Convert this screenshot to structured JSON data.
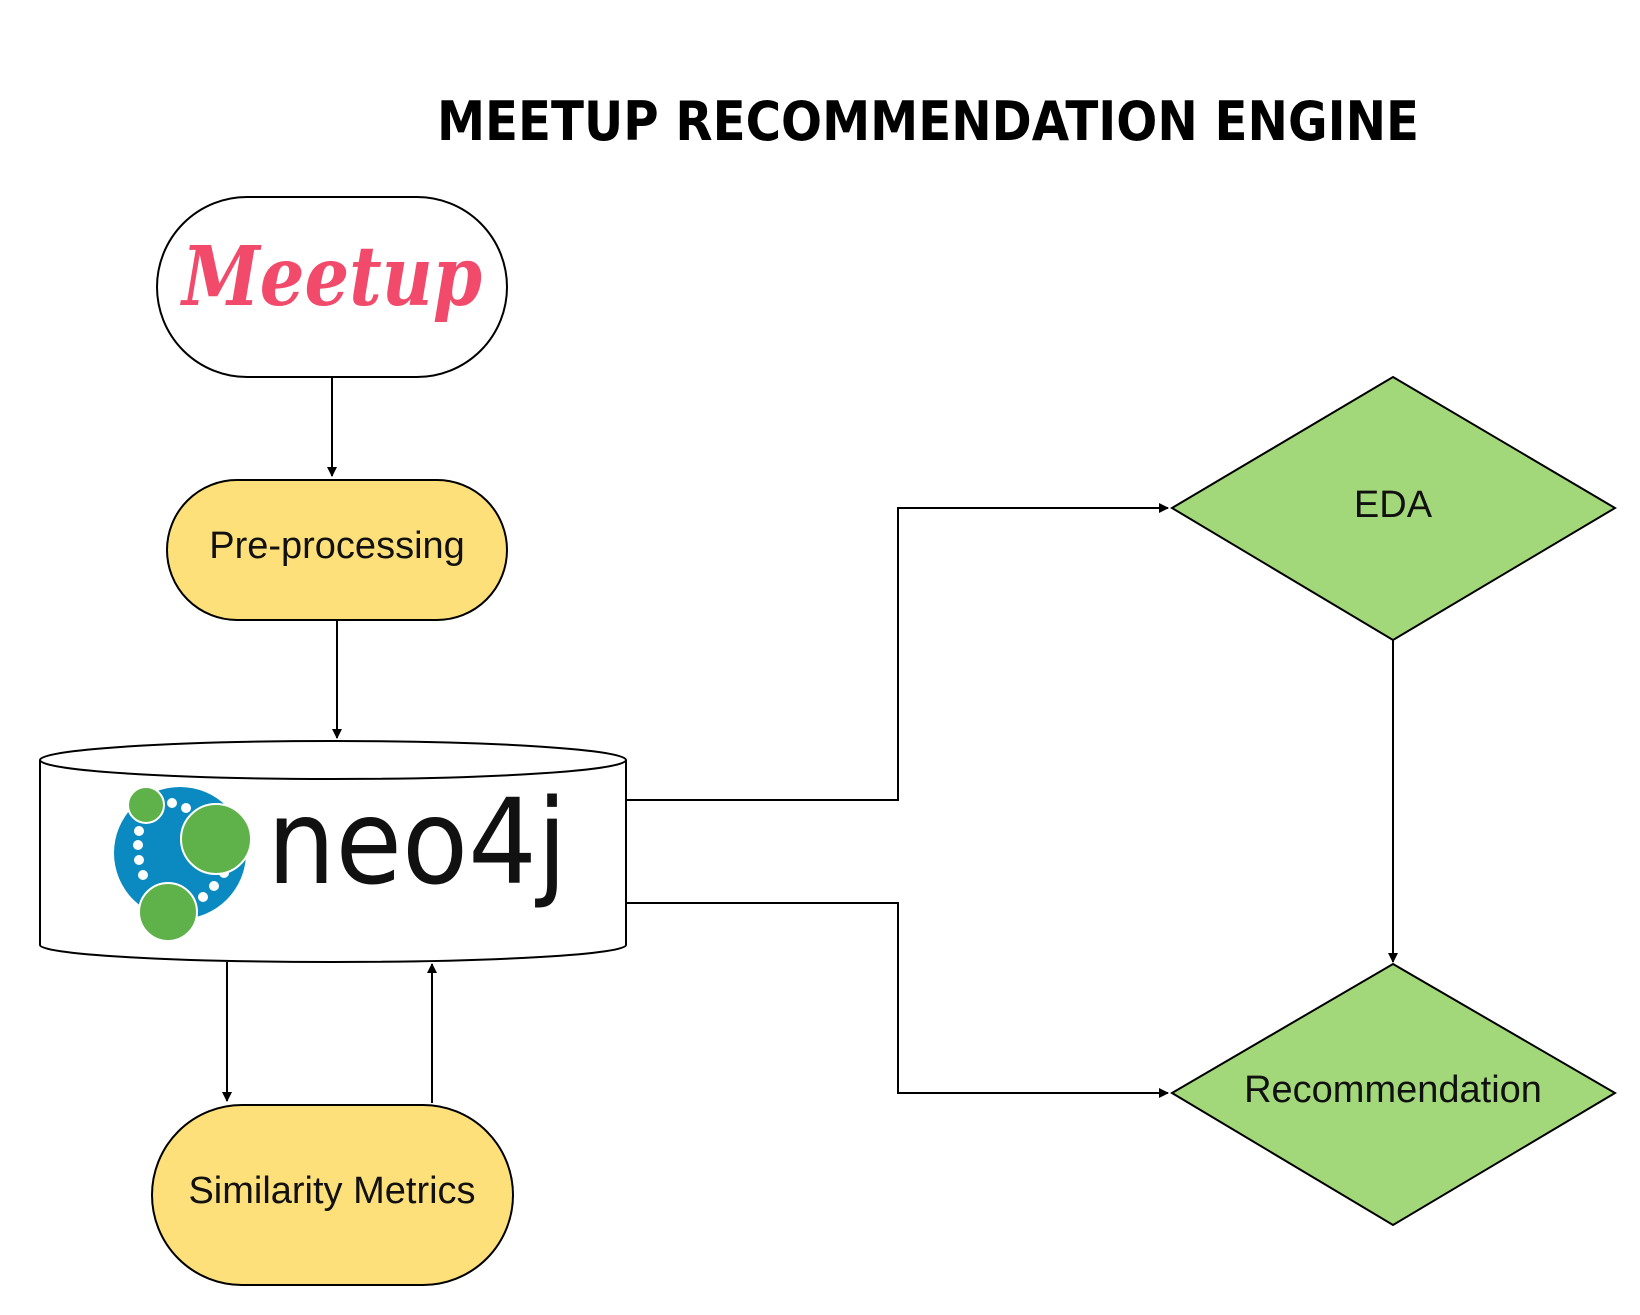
{
  "title": "MEETUP RECOMMENDATION ENGINE",
  "nodes": {
    "meetup": {
      "logo_text": "Meetup",
      "shape": "rounded-rect",
      "logo_color": "#f14a6a"
    },
    "preprocessing": {
      "label": "Pre-processing",
      "shape": "rounded-rect",
      "fill": "#fde07a"
    },
    "neo4j": {
      "logo_text": "neo4j",
      "shape": "cylinder",
      "logo_colors": [
        "#0b8ac2",
        "#5fb14a"
      ]
    },
    "similarity": {
      "label": "Similarity Metrics",
      "shape": "rounded-rect",
      "fill": "#fde07a"
    },
    "eda": {
      "label": "EDA",
      "shape": "diamond",
      "fill": "#a3d87a"
    },
    "recommendation": {
      "label": "Recommendation",
      "shape": "diamond",
      "fill": "#a3d87a"
    }
  },
  "edges": [
    {
      "from": "meetup",
      "to": "preprocessing"
    },
    {
      "from": "preprocessing",
      "to": "neo4j"
    },
    {
      "from": "neo4j",
      "to": "similarity"
    },
    {
      "from": "similarity",
      "to": "neo4j"
    },
    {
      "from": "neo4j",
      "to": "eda"
    },
    {
      "from": "neo4j",
      "to": "recommendation"
    },
    {
      "from": "eda",
      "to": "recommendation"
    }
  ]
}
